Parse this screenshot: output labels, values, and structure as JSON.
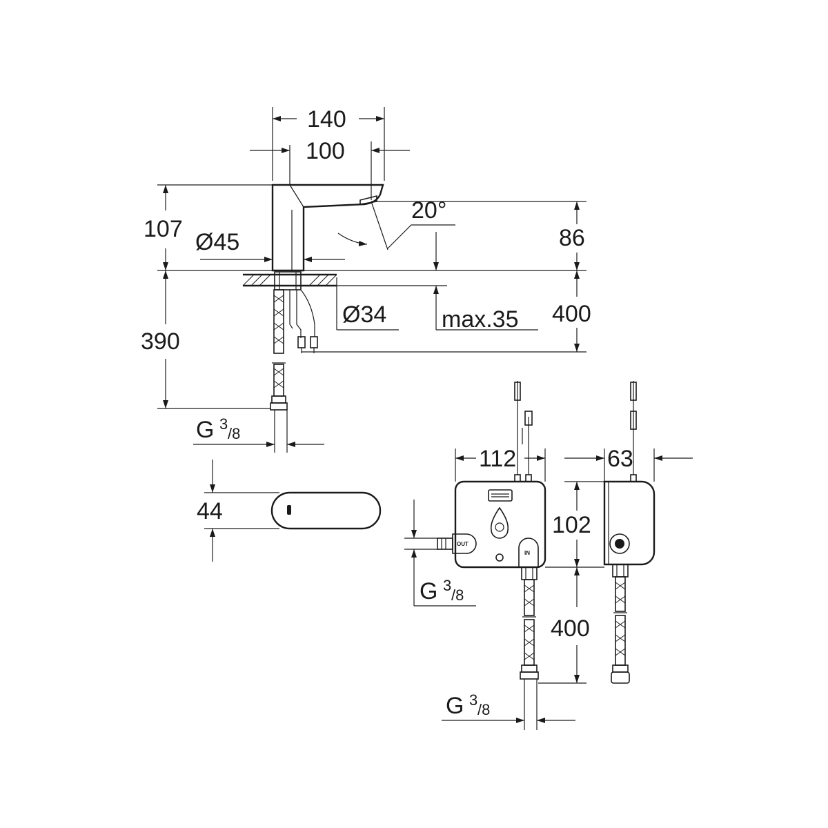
{
  "dimensions": {
    "width_140": "140",
    "width_100": "100",
    "height_107": "107",
    "dia_45": "Ø45",
    "angle_20": "20°",
    "height_86": "86",
    "dia_34": "Ø34",
    "max_35": "max.35",
    "length_400_top": "400",
    "length_390": "390",
    "thread_g": "G",
    "thread_frac_num": "3",
    "thread_frac_den": "/8",
    "spout_44": "44",
    "box_112": "112",
    "box_63": "63",
    "box_102": "102",
    "hose_400": "400"
  },
  "box_labels": {
    "out": "OUT",
    "in": "IN"
  }
}
